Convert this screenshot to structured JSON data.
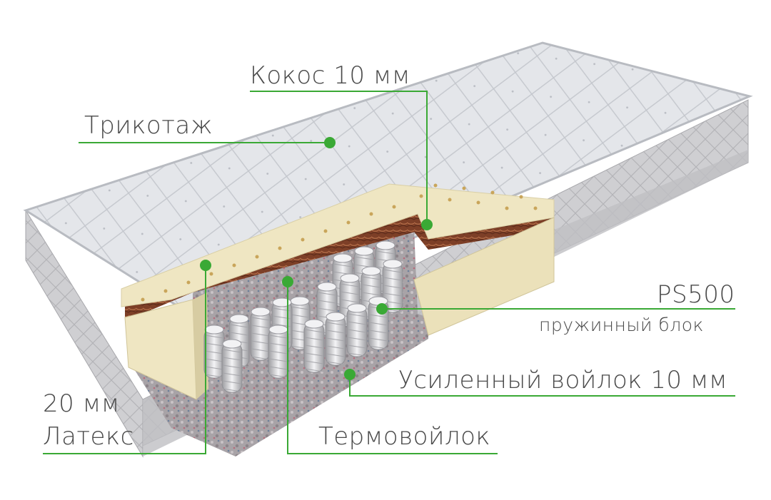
{
  "labels": {
    "kokos": "Кокос 10 мм",
    "trikotazh": "Трикотаж",
    "ps500": "PS500",
    "ps500_sub": "пружинный блок",
    "voylok": "Усиленный войлок 10 мм",
    "mm20": "20 мм",
    "lateks": "Латекс",
    "termovoylok": "Термовойлок"
  },
  "colors": {
    "accent": "#3aa935",
    "text": "#4a4a4a",
    "latex": "#efe6c2",
    "coconut": "#8a4a2e",
    "felt": "#a9a3a8",
    "cover": "#e3e4e8"
  }
}
